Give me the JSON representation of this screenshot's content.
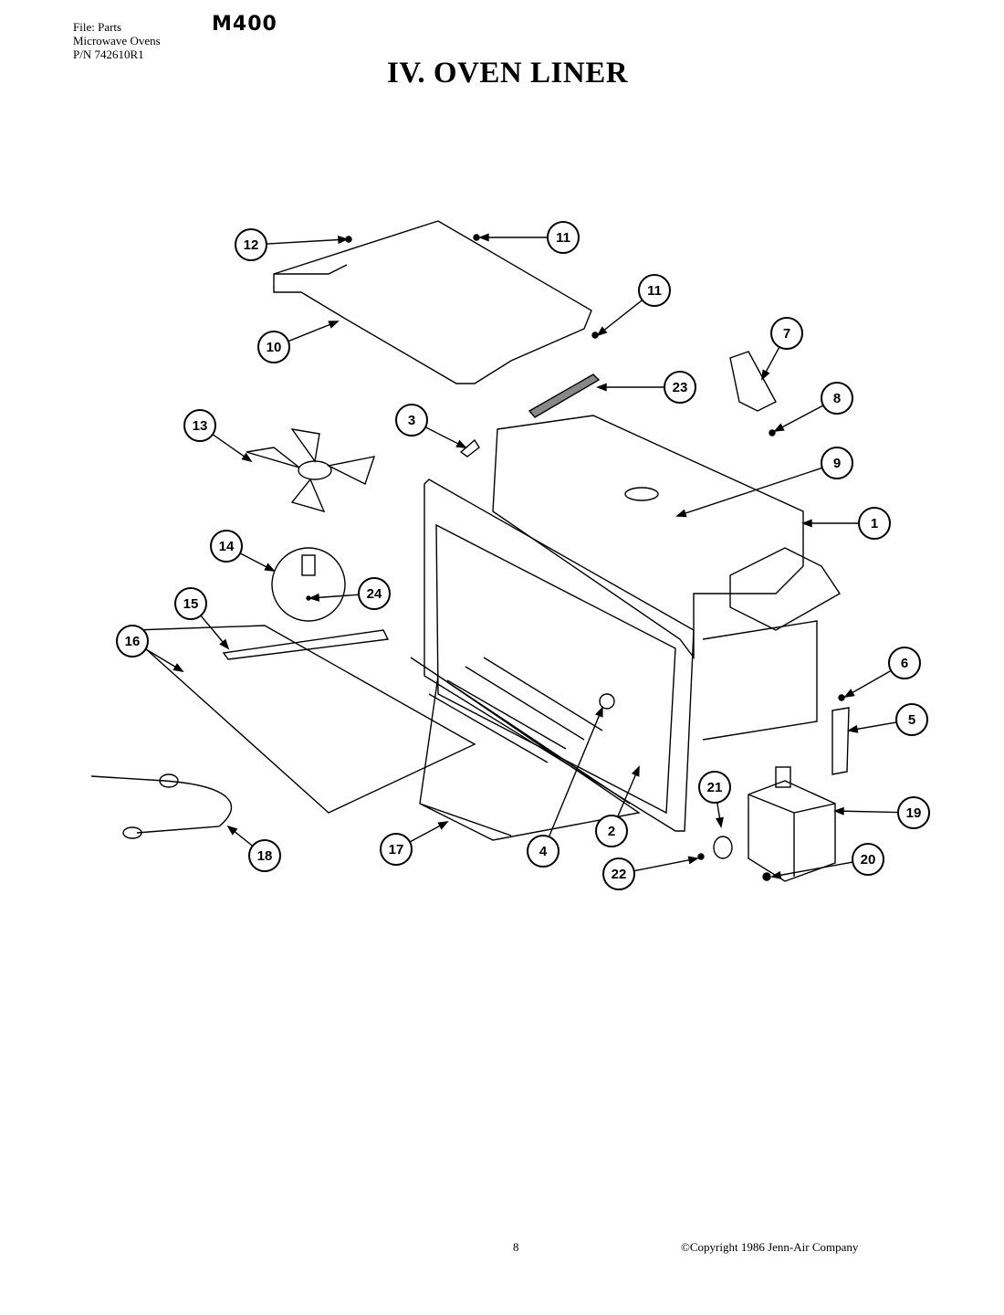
{
  "header": {
    "file_line": "File: Parts",
    "category": "Microwave Ovens",
    "part_number": "P/N 742610R1",
    "model": "M400",
    "title": "IV.  OVEN LINER"
  },
  "footer": {
    "page_number": "8",
    "copyright": "©Copyright 1986 Jenn-Air Company"
  },
  "callouts": [
    "12",
    "11",
    "11",
    "10",
    "7",
    "8",
    "23",
    "3",
    "13",
    "9",
    "1",
    "14",
    "24",
    "15",
    "16",
    "6",
    "5",
    "19",
    "21",
    "2",
    "17",
    "4",
    "18",
    "20",
    "22"
  ]
}
